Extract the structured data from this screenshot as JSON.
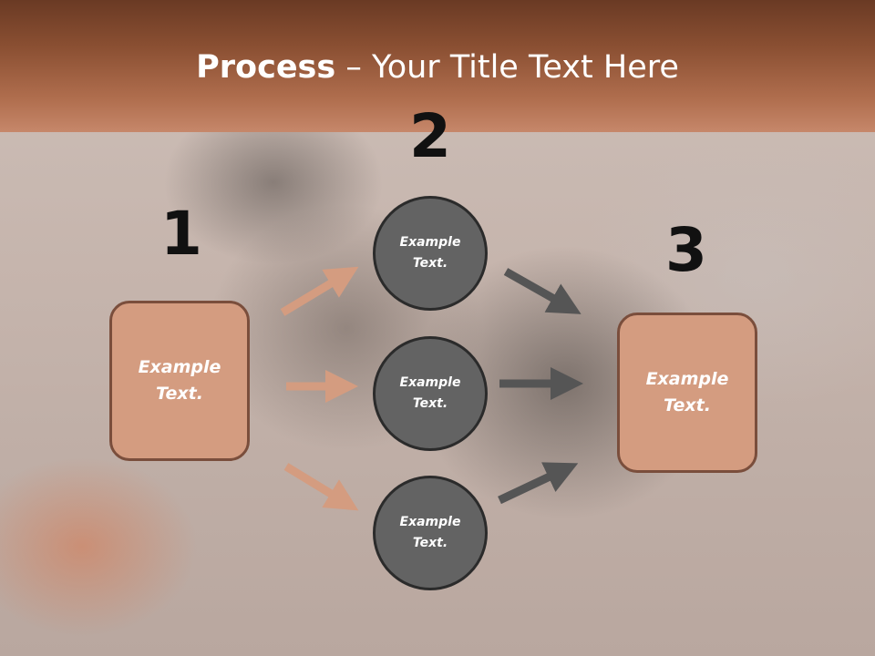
{
  "title": {
    "bold": "Process",
    "separator": " – ",
    "rest": "Your Title Text Here"
  },
  "steps": {
    "one": "1",
    "two": "2",
    "three": "3"
  },
  "left_box": {
    "text": "Example\nText."
  },
  "right_box": {
    "text": "Example\nText."
  },
  "circles": [
    {
      "text": "Example\nText."
    },
    {
      "text": "Example\nText."
    },
    {
      "text": "Example\nText."
    }
  ],
  "colors": {
    "header": "#9a5a3c",
    "box_fill": "#d49c80",
    "box_border": "#7a4e3c",
    "circle_fill": "#636363",
    "left_arrows": "#d49c80",
    "right_arrows": "#555555"
  }
}
